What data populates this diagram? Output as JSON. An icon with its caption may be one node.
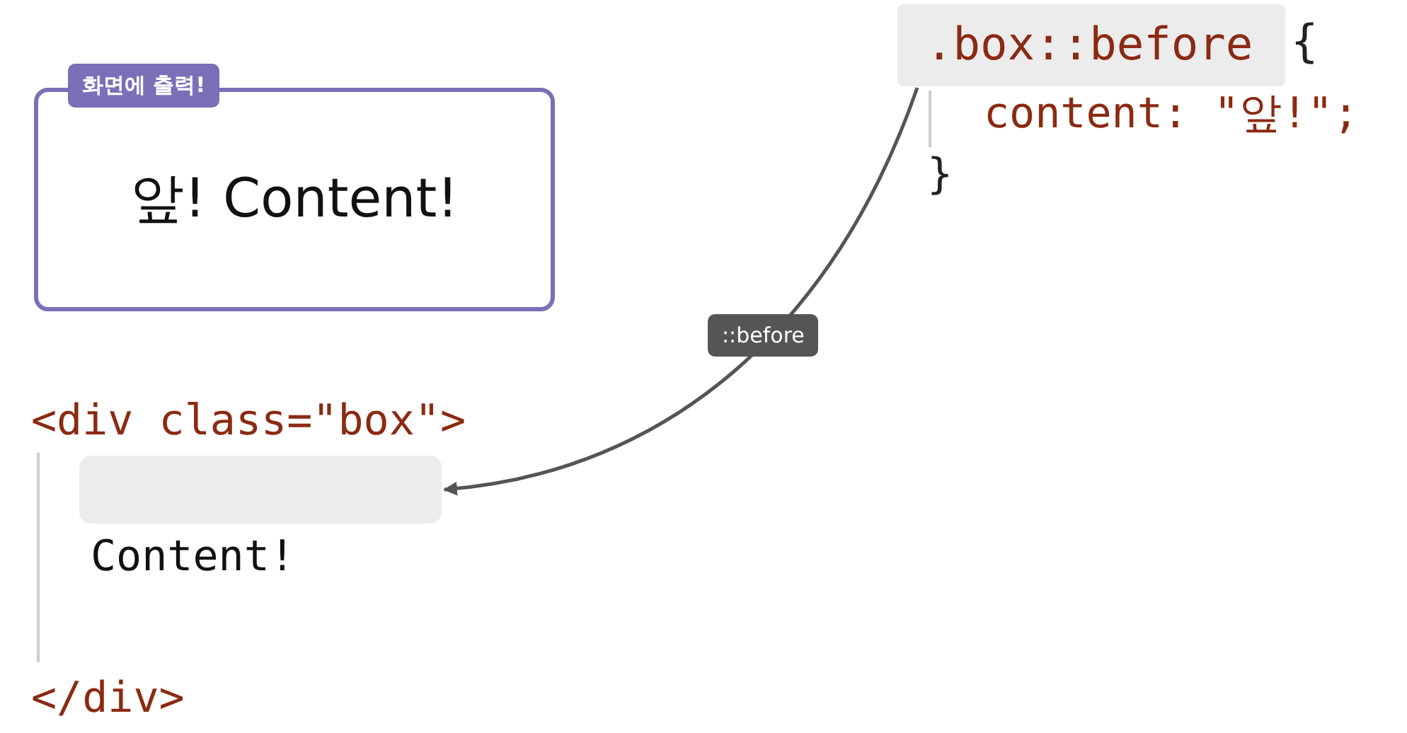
{
  "diagram": {
    "nodes": [
      {
        "text": [
          "화면에 출력!"
        ]
      },
      {
        "text": [
          "앞! Content!"
        ]
      },
      {
        "text": [
          ".box::before"
        ]
      },
      {
        "text": [],
        "shape": "box"
      }
    ],
    "edges": [
      {
        "from": 2,
        "to": 3,
        "arrow": "to",
        "label": "::before"
      }
    ],
    "labels": [
      "{",
      "content: \"앞!\";",
      "}",
      "<div class=\"box\">",
      "Content!",
      "</div>"
    ]
  }
}
